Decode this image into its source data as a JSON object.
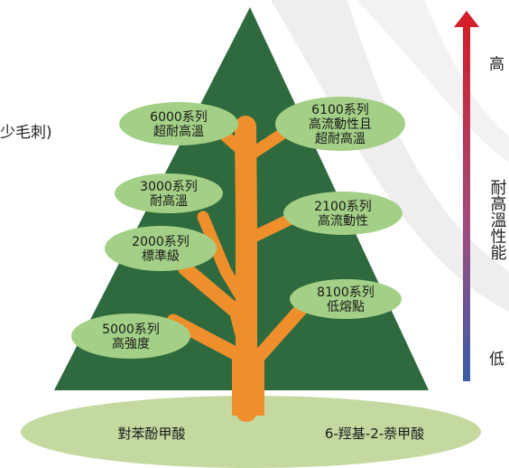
{
  "left_fragment": "少毛刺)",
  "leaves": [
    {
      "id": "6000",
      "lines": [
        "6000系列",
        "超耐高溫"
      ]
    },
    {
      "id": "6100",
      "lines": [
        "6100系列",
        "高流動性且",
        "超耐高溫"
      ]
    },
    {
      "id": "3000",
      "lines": [
        "3000系列",
        "耐高溫"
      ]
    },
    {
      "id": "2100",
      "lines": [
        "2100系列",
        "高流動性"
      ]
    },
    {
      "id": "2000",
      "lines": [
        "2000系列",
        "標準級"
      ]
    },
    {
      "id": "8100",
      "lines": [
        "8100系列",
        "低熔點"
      ]
    },
    {
      "id": "5000",
      "lines": [
        "5000系列",
        "高強度"
      ]
    }
  ],
  "base": {
    "left": "對苯酚甲酸",
    "right": "6-羥基-2-萘甲酸"
  },
  "scale": {
    "high": "高",
    "label": "耐高溫性能",
    "low": "低"
  },
  "colors": {
    "tree": "#2e6a3e",
    "trunk": "#ef8f2c",
    "leaf": "#a3cf86",
    "ground": "#c3d9a0",
    "arrow_top": "#d21f2a",
    "arrow_bottom": "#3a5ea8",
    "swoosh": "#ececec",
    "high_text": "#d21f2a",
    "low_text": "#3a5ea8"
  }
}
